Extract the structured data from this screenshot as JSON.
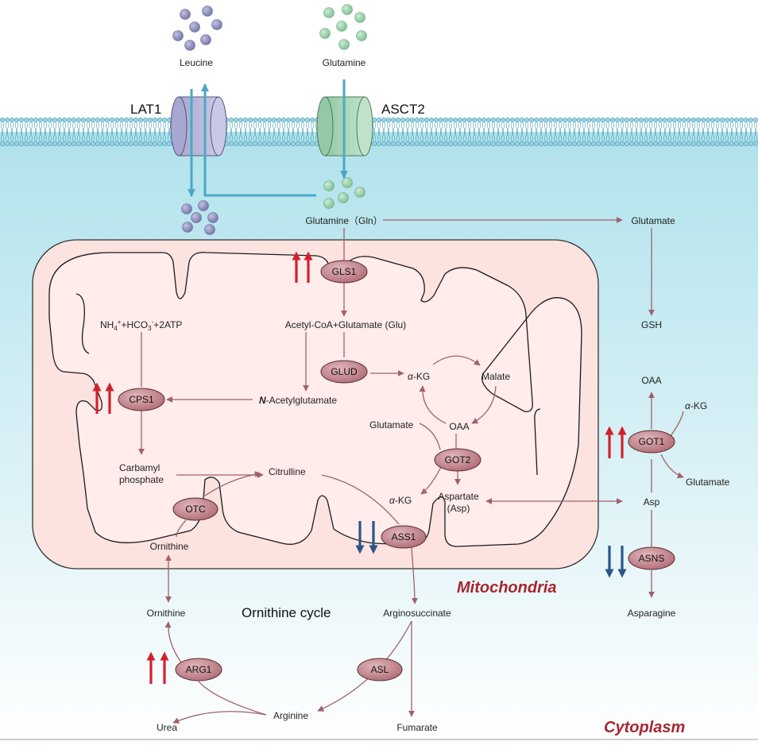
{
  "colors": {
    "arrow": "#a0616a",
    "transport_arrow": "#4ba8c4",
    "up_arrow": "#d3212c",
    "down_arrow": "#2b5589",
    "mito_fill": "#fde3df",
    "enzyme_fill": "#b8707a",
    "compartment_label": "#a8252e",
    "leucine": "#8a8ab8",
    "glutamine": "#8ec9a2"
  },
  "transporters": {
    "lat1": "LAT1",
    "asct2": "ASCT2"
  },
  "extracellular": {
    "leucine": "Leucine",
    "glutamine": "Glutamine"
  },
  "compartments": {
    "mitochondria": "Mitochondria",
    "cytoplasm": "Cytoplasm",
    "cycle": "Ornithine cycle"
  },
  "enzymes": {
    "gls1": "GLS1",
    "glud": "GLUD",
    "cps1": "CPS1",
    "got2": "GOT2",
    "otc": "OTC",
    "ass1": "ASS1",
    "got1": "GOT1",
    "asns": "ASNS",
    "arg1": "ARG1",
    "asl": "ASL"
  },
  "regulation": {
    "upregulated": [
      "GLS1",
      "CPS1",
      "GOT1",
      "ARG1"
    ],
    "downregulated": [
      "ASS1",
      "ASNS"
    ]
  },
  "metabolites": {
    "glutamine_gln": "Glutamine（Gln）",
    "glutamate_cyto": "Glutamate",
    "gsh": "GSH",
    "acetyl_coa_glu": "Acetyl-CoA+Glutamate (Glu)",
    "nh4_a": "NH",
    "nh4_b": "4",
    "nh4_c": "+",
    "nh4_d": "+HCO",
    "nh4_e": "3",
    "nh4_f": "-",
    "nh4_g": "+2ATP",
    "akg_top_a": "α",
    "akg_top_b": "-KG",
    "malate": "Malate",
    "nacetyl_a": "N",
    "nacetyl_b": "-Acetylglutamate",
    "oaa_mito": "OAA",
    "glutamate_mito": "Glutamate",
    "oaa_cyto": "OAA",
    "akg_got1_a": "α",
    "akg_got1_b": "-KG",
    "carbamyl_1": "Carbamyl",
    "carbamyl_2": "phosphate",
    "citrulline": "Citrulline",
    "akg_got2_a": "α",
    "akg_got2_b": "-KG",
    "aspartate_1": "Aspartate",
    "aspartate_2": "(Asp)",
    "glutamate_got1": "Glutamate",
    "asp_cyto": "Asp",
    "ornithine_mito": "Ornithine",
    "ornithine_cyto": "Ornithine",
    "arginosuccinate": "Arginosuccinate",
    "asparagine": "Asparagine",
    "arginine": "Arginine",
    "urea": "Urea",
    "fumarate": "Fumarate"
  }
}
